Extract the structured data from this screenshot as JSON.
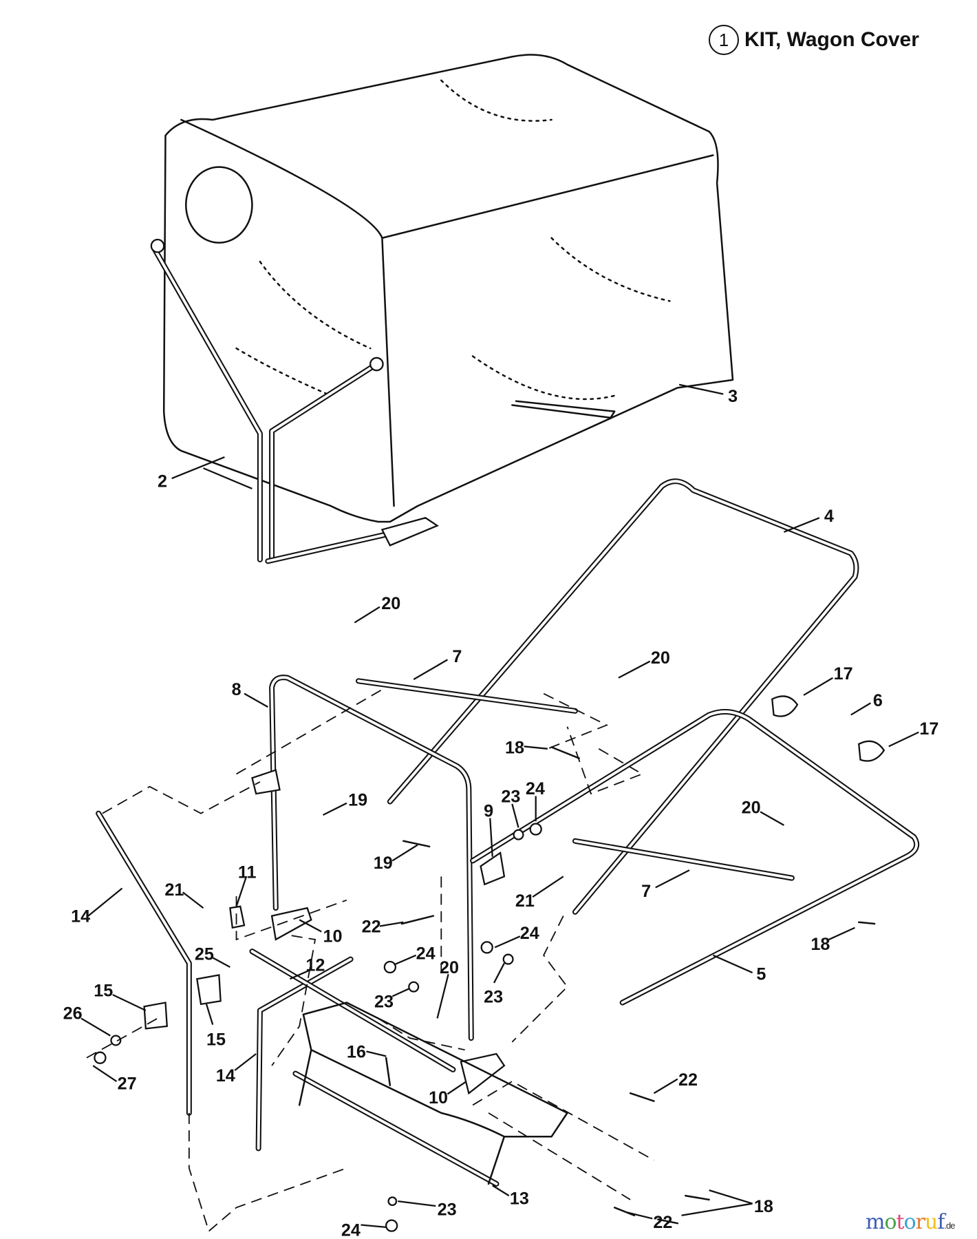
{
  "title": {
    "item_number": "1",
    "text": "KIT, Wagon Cover"
  },
  "watermark": {
    "text": "motoruf",
    "suffix": ".de",
    "colors": [
      "#3b5bb5",
      "#4aa04a",
      "#e0457b",
      "#3aa0d8",
      "#e37b2b",
      "#f0c020"
    ]
  },
  "callouts": [
    "3",
    "2",
    "4",
    "20",
    "7",
    "20",
    "8",
    "17",
    "6",
    "17",
    "18",
    "19",
    "9",
    "23",
    "24",
    "20",
    "19",
    "21",
    "7",
    "11",
    "21",
    "14",
    "10",
    "22",
    "18",
    "5",
    "25",
    "24",
    "12",
    "20",
    "24",
    "15",
    "26",
    "15",
    "23",
    "23",
    "14",
    "16",
    "27",
    "22",
    "10",
    "13",
    "23",
    "22",
    "18",
    "24"
  ]
}
